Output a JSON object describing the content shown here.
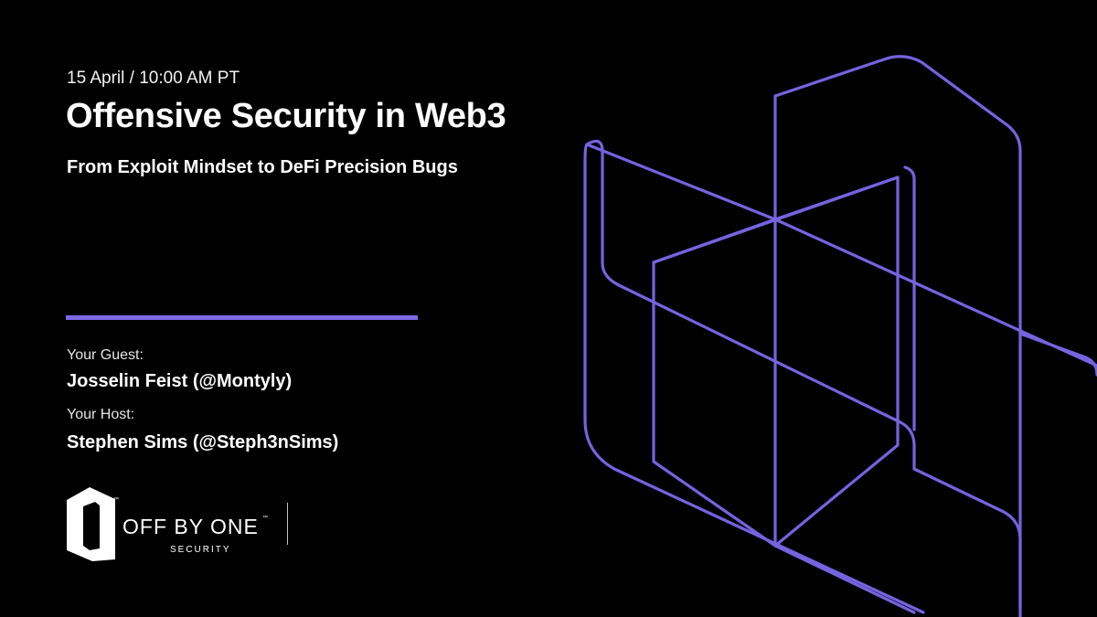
{
  "event": {
    "date": "15 April / 10:00 AM PT",
    "title": "Offensive Security in Web3",
    "subtitle": "From Exploit Mindset to DeFi Precision Bugs"
  },
  "speakers": {
    "guest_label": "Your Guest:",
    "guest_name": "Josselin Feist (@Montyly)",
    "host_label": "Your Host:",
    "host_name": "Stephen Sims (@Steph3nSims)"
  },
  "brand": {
    "name": "OFF BY ONE",
    "tagline": "SECURITY",
    "trademark": "™",
    "accent_color": "#7d68e6",
    "background_color": "#000000",
    "logo_icon": "off-by-one-logo-icon",
    "graphic": "isometric-outline-graphic"
  }
}
